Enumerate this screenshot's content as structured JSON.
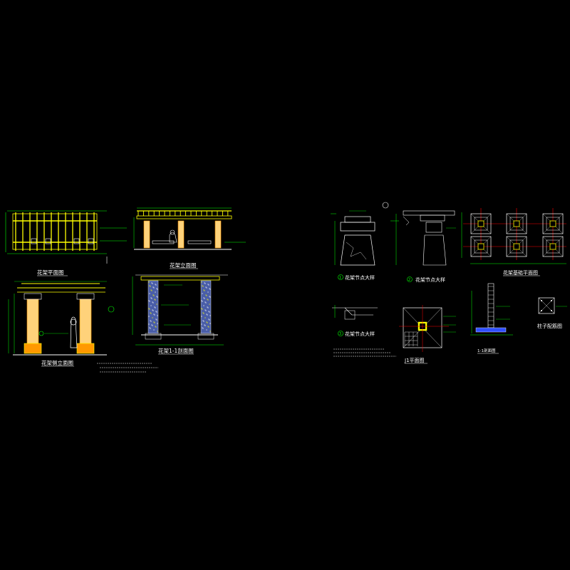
{
  "drawing": {
    "background": "#000000",
    "line_colors": {
      "green": "#00ff00",
      "white": "#ffffff",
      "yellow": "#ffff00",
      "red": "#ff0000",
      "magenta": "#ff00ff",
      "cyan": "#00ffff",
      "blue": "#3050ff",
      "orange": "#ff9900"
    }
  },
  "titles": {
    "plan": "花架平面图",
    "front_elevation": "花架立面图",
    "side_elevation": "花架侧立面图",
    "section_1_1": "花架1-1剖面图",
    "node_1": "花架节点大样",
    "node_2": "花架节点大样",
    "node_3": "花架节点大样",
    "foundation_plan": "花架基础平面图",
    "j1_plan": "J1平面图",
    "j1_section": "1-1剖面图",
    "column_section": "柱子配筋图"
  },
  "markers": {
    "node_1": "1",
    "node_2": "2",
    "node_3": "3"
  }
}
